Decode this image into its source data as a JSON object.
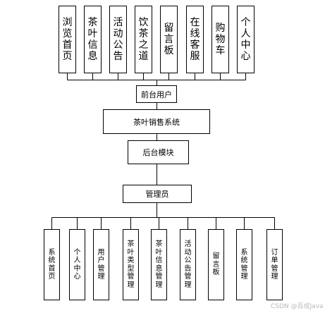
{
  "top_modules": [
    "浏览首页",
    "茶叶信息",
    "活动公告",
    "饮茶之道",
    "留言板",
    "在线客服",
    "购物车",
    "个人中心"
  ],
  "frontend_node": "前台用户",
  "system_node": "茶叶销售系统",
  "backend_node": "后台模块",
  "admin_node": "管理员",
  "bottom_modules": [
    "系统首页",
    "个人中心",
    "用户管理",
    "茶叶类型管理",
    "茶叶信息管理",
    "活动公告管理",
    "留言板",
    "系统管理",
    "订单管理"
  ],
  "watermark": "CSDN @百成Java",
  "colors": {
    "line": "#000000",
    "box_border": "#000000",
    "background": "#ffffff",
    "watermark": "#b9b9b9"
  }
}
